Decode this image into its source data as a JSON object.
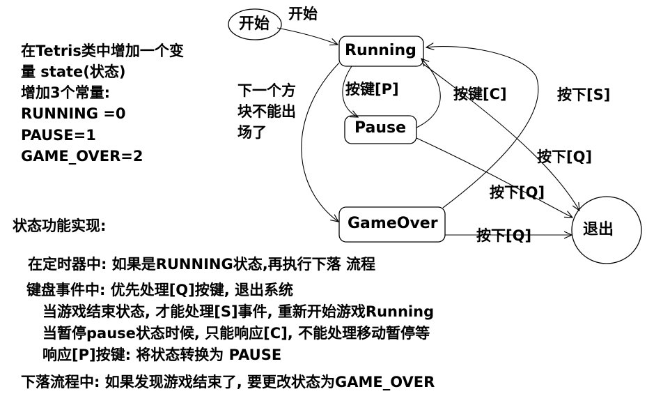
{
  "states": {
    "start": "开始",
    "running": "Running",
    "pause": "Pause",
    "gameover": "GameOver",
    "exit": "退出"
  },
  "transitions": {
    "start_to_running": "开始",
    "running_to_pause": "按键[P]",
    "pause_to_running": "按键[C]",
    "running_to_gameover": [
      "下一个方",
      "块不能出",
      "场了"
    ],
    "gameover_to_running": "按下[S]",
    "running_to_exit": "按下[Q]",
    "pause_to_exit": "按下[Q]",
    "gameover_to_exit": "按下[Q]"
  },
  "notes": {
    "lines": [
      "在Tetris类中增加一个变",
      "量 state(状态)",
      "增加3个常量:",
      "RUNNING =0",
      "PAUSE=1",
      "GAME_OVER=2"
    ]
  },
  "implementation": {
    "title": "状态功能实现:",
    "lines": [
      "在定时器中: 如果是RUNNING状态,再执行下落 流程",
      "键盘事件中: 优先处理[Q]按键, 退出系统",
      "当游戏结束状态, 才能处理[S]事件, 重新开始游戏Running",
      "当暂停pause状态时候, 只能响应[C], 不能处理移动暂停等",
      "响应[P]按键: 将状态转换为 PAUSE",
      "下落流程中: 如果发现游戏结束了, 要更改状态为GAME_OVER"
    ]
  }
}
